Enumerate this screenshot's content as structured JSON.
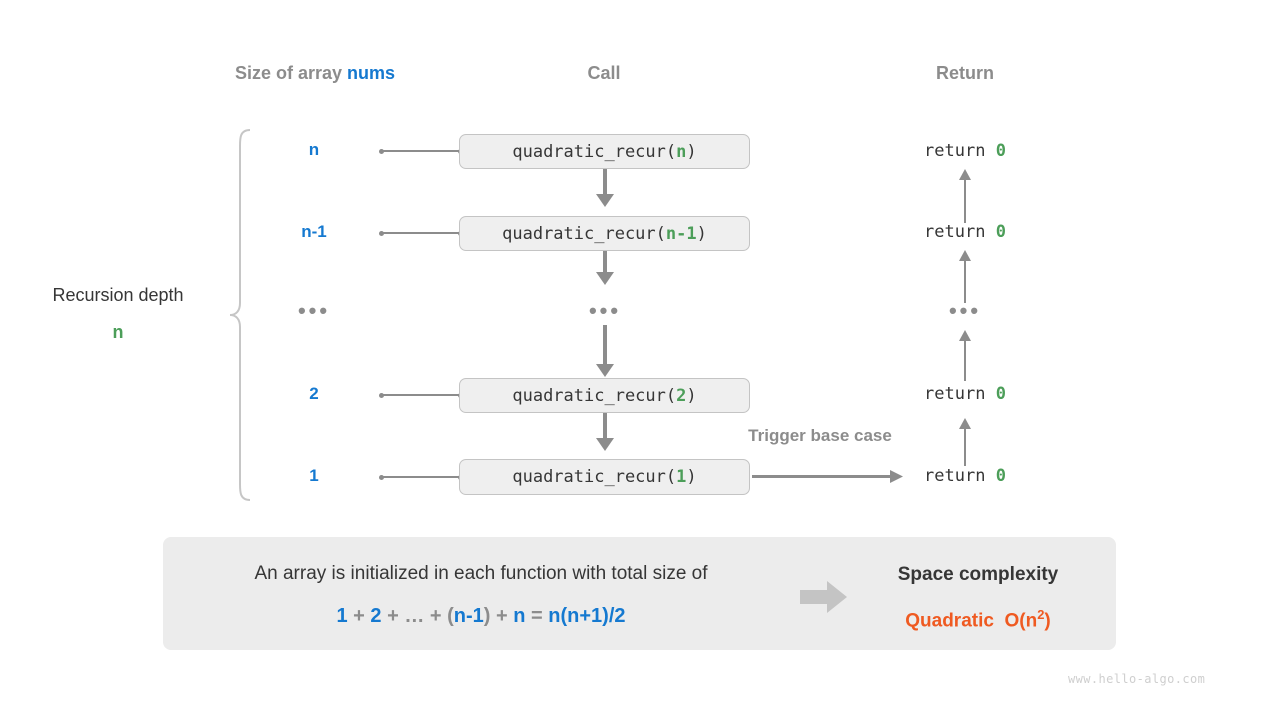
{
  "headers": {
    "size": "Size of array ",
    "size_var": "nums",
    "call": "Call",
    "ret": "Return"
  },
  "depth": {
    "label": "Recursion depth",
    "value": "n"
  },
  "rows": [
    {
      "size": "n",
      "call_name": "quadratic_recur(",
      "call_arg": "n",
      "call_close": ")",
      "ret": "return ",
      "ret_val": "0"
    },
    {
      "size": "n-1",
      "call_name": "quadratic_recur(",
      "call_arg": "n-1",
      "call_close": ")",
      "ret": "return ",
      "ret_val": "0"
    },
    {
      "size": "•••",
      "call_name": "•••",
      "call_arg": "",
      "call_close": "",
      "ret": "•••",
      "ret_val": ""
    },
    {
      "size": "2",
      "call_name": "quadratic_recur(",
      "call_arg": "2",
      "call_close": ")",
      "ret": "return ",
      "ret_val": "0"
    },
    {
      "size": "1",
      "call_name": "quadratic_recur(",
      "call_arg": "1",
      "call_close": ")",
      "ret": "return ",
      "ret_val": "0"
    }
  ],
  "trigger_label": "Trigger base case",
  "summary": {
    "line1": "An array is initialized in each function with total size of",
    "formula": {
      "t1": "1",
      "op1": " + ",
      "t2": "2",
      "op2": " + ",
      "t3": "…",
      "op3": " + ",
      "paren_open": "(",
      "t4": "n-1",
      "paren_close": ")",
      "op4": " + ",
      "t5": "n",
      "eq": " = ",
      "result": "n(n+1)/2"
    },
    "title": "Space complexity",
    "result_word": "Quadratic",
    "result_notation_pre": "O(n",
    "result_notation_sup": "2",
    "result_notation_post": ")"
  },
  "watermark": "www.hello-algo.com",
  "colors": {
    "blue": "#1579d0",
    "green": "#4c9e59",
    "gray": "#8c8c8c",
    "dark": "#363636",
    "orange": "#ef5a21",
    "box_fill": "#efefef",
    "panel_fill": "#ececec"
  }
}
